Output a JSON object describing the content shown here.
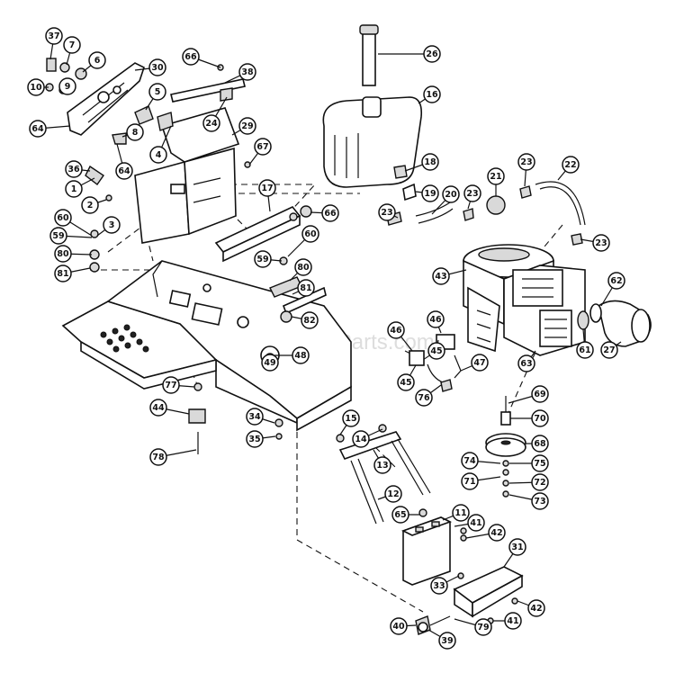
{
  "watermark": "eReplacementParts.com",
  "callouts": [
    {
      "label": "37"
    },
    {
      "label": "7"
    },
    {
      "label": "6"
    },
    {
      "label": "30"
    },
    {
      "label": "10"
    },
    {
      "label": "9"
    },
    {
      "label": "5"
    },
    {
      "label": "64"
    },
    {
      "label": "8"
    },
    {
      "label": "4"
    },
    {
      "label": "36"
    },
    {
      "label": "1"
    },
    {
      "label": "64"
    },
    {
      "label": "2"
    },
    {
      "label": "3"
    },
    {
      "label": "60"
    },
    {
      "label": "59"
    },
    {
      "label": "80"
    },
    {
      "label": "81"
    },
    {
      "label": "66"
    },
    {
      "label": "38"
    },
    {
      "label": "24"
    },
    {
      "label": "29"
    },
    {
      "label": "67"
    },
    {
      "label": "17"
    },
    {
      "label": "66"
    },
    {
      "label": "60"
    },
    {
      "label": "59"
    },
    {
      "label": "80"
    },
    {
      "label": "81"
    },
    {
      "label": "82"
    },
    {
      "label": "49"
    },
    {
      "label": "48"
    },
    {
      "label": "77"
    },
    {
      "label": "44"
    },
    {
      "label": "78"
    },
    {
      "label": "34"
    },
    {
      "label": "35"
    },
    {
      "label": "26"
    },
    {
      "label": "16"
    },
    {
      "label": "18"
    },
    {
      "label": "19"
    },
    {
      "label": "20"
    },
    {
      "label": "23"
    },
    {
      "label": "23"
    },
    {
      "label": "21"
    },
    {
      "label": "23"
    },
    {
      "label": "22"
    },
    {
      "label": "23"
    },
    {
      "label": "43"
    },
    {
      "label": "62"
    },
    {
      "label": "61"
    },
    {
      "label": "27"
    },
    {
      "label": "46"
    },
    {
      "label": "46"
    },
    {
      "label": "45"
    },
    {
      "label": "45"
    },
    {
      "label": "76"
    },
    {
      "label": "47"
    },
    {
      "label": "63"
    },
    {
      "label": "69"
    },
    {
      "label": "70"
    },
    {
      "label": "68"
    },
    {
      "label": "74"
    },
    {
      "label": "75"
    },
    {
      "label": "71"
    },
    {
      "label": "72"
    },
    {
      "label": "73"
    },
    {
      "label": "15"
    },
    {
      "label": "14"
    },
    {
      "label": "13"
    },
    {
      "label": "12"
    },
    {
      "label": "65"
    },
    {
      "label": "11"
    },
    {
      "label": "41"
    },
    {
      "label": "42"
    },
    {
      "label": "31"
    },
    {
      "label": "33"
    },
    {
      "label": "42"
    },
    {
      "label": "41"
    },
    {
      "label": "40"
    },
    {
      "label": "79"
    },
    {
      "label": "39"
    }
  ]
}
